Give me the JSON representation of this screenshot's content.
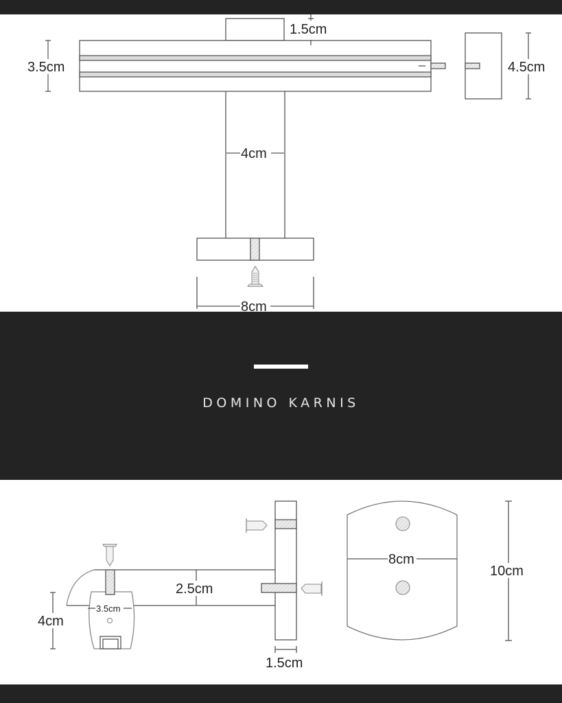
{
  "page": {
    "title": "DOMINO KARNIS",
    "colors": {
      "band": "#232323",
      "line": "#555555",
      "hatch": "#d9d9d9",
      "text": "#222222",
      "title_text": "#e6e6e6"
    }
  },
  "top_drawing": {
    "labels": {
      "rail_height": "3.5cm",
      "mount_thickness": "1.5cm",
      "end_profile_height": "4.5cm",
      "arm_width": "4cm",
      "base_width": "8cm"
    }
  },
  "bottom_drawing": {
    "labels": {
      "clip_height": "4cm",
      "clip_width": "3.5cm",
      "arm_thickness": "2.5cm",
      "plate_thickness": "1.5cm",
      "plate_width": "8cm",
      "plate_height": "10cm"
    }
  }
}
